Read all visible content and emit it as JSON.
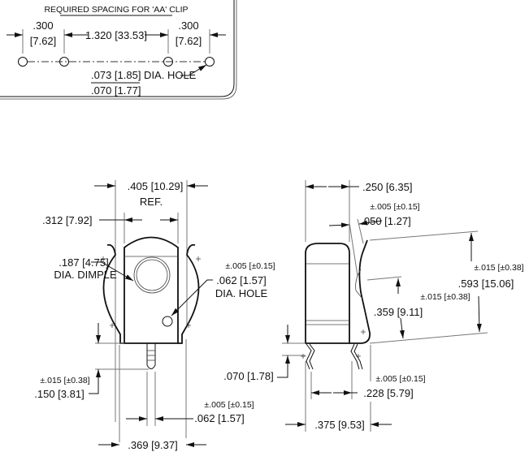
{
  "spacing": {
    "title": "REQUIRED SPACING FOR 'AA' CLIP",
    "left_dim": ".300",
    "left_dim_mm": "[7.62]",
    "center_dim": "1.320 [33.53]",
    "right_dim": ".300",
    "right_dim_mm": "[7.62]",
    "hole_note": ".073 [1.85] DIA. HOLE",
    "hole_note_min": ".070 [1.77]"
  },
  "front_view": {
    "overall_width": ".405 [10.29]",
    "overall_width_ref": "REF.",
    "body_width": ".312 [7.92]",
    "dimple": ".187 [4.75]",
    "dimple_label": "DIA. DIMPLE",
    "hole_tol": "±.005 [±0.15]",
    "hole": ".062 [1.57]",
    "hole_label": "DIA. HOLE",
    "pin_len_tol": "±.015 [±0.38]",
    "pin_len": ".150 [3.81]",
    "pin_width_tol": "±.005 [±0.15]",
    "pin_width": ".062 [1.57]",
    "base_width": ".369 [9.37]"
  },
  "side_view": {
    "body_depth": ".250 [6.35]",
    "gap_tol": "±.005 [±0.15]",
    "gap": ".050 [1.27]",
    "height_tol": "±.015 [±0.38]",
    "height": ".593 [15.06]",
    "dimple_height_tol": "±.015 [±0.38]",
    "dimple_height": ".359 [9.11]",
    "leg_len": ".070 [1.78]",
    "leg_spacing_tol": "±.005 [±0.15]",
    "leg_spacing": ".228 [5.79]",
    "overall_depth": ".375 [9.53]"
  }
}
